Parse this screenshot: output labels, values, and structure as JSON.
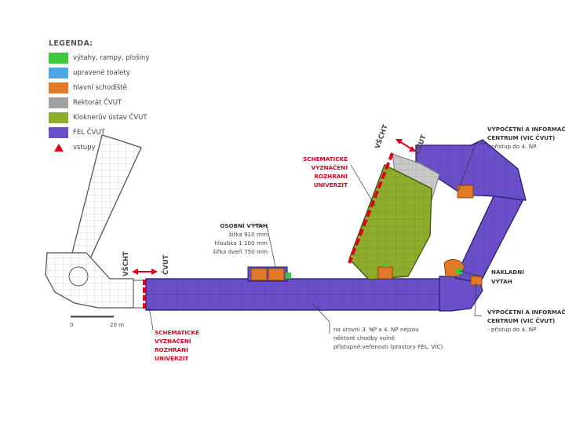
{
  "legend": {
    "title": "LEGENDA:",
    "items": [
      {
        "label": "výtahy, rampy, plošiny",
        "color": "#3ec83b"
      },
      {
        "label": "upravené toalety",
        "color": "#4da6e8"
      },
      {
        "label": "hlavní schodiště",
        "color": "#e07a26"
      },
      {
        "label": "Rektorát ČVUT",
        "color": "#a0a0a0"
      },
      {
        "label": "Kloknerův ústav ČVUT",
        "color": "#8fad2d"
      },
      {
        "label": "FEL ČVUT",
        "color": "#6a4fc8"
      }
    ],
    "entrances_label": "vstupy"
  },
  "colors": {
    "border_red": "#e3001b",
    "fel": "#6a4fc8",
    "klokner": "#8fad2d",
    "stairs": "#e07a26",
    "rektorat": "#b8b8b8"
  },
  "annotations": {
    "vic_top": {
      "line1": "VÝPOČETNÍ A INFORMAČNÍ",
      "line2": "CENTRUM (VIC ČVUT)",
      "line3": "- přístup do 4. NP"
    },
    "vic_bottom": {
      "line1": "VÝPOČETNÍ A INFORMAČNÍ",
      "line2": "CENTRUM (VIC ČVUT)",
      "line3": "- přístup do 4. NP"
    },
    "schema_top": {
      "line1": "SCHEMATICKÉ",
      "line2": "VYZNAČENÍ",
      "line3": "ROZHRANÍ",
      "line4": "UNIVERZIT"
    },
    "schema_bottom": {
      "line1": "SCHEMATICKÉ",
      "line2": "VYZNAČENÍ",
      "line3": "ROZHRANÍ",
      "line4": "UNIVERZIT"
    },
    "osobni": {
      "title": "OSOBNÍ VÝTAH",
      "line1": "šířka 910 mm",
      "line2": "hloubka 1 100 mm",
      "line3": "šířka dveří 750 mm"
    },
    "nakladni": {
      "line1": "NÁKLADNÍ",
      "line2": "VÝTAH"
    },
    "corridors": {
      "line1": "na úrovni 3. NP a 4. NP nejsou",
      "line2": "některé chodby volně",
      "line3": "přístupné veřenosti (prostory FEL, VIC)"
    }
  },
  "border_labels": {
    "vscht_left": "VŠCHT",
    "cvut_left": "ČVUT",
    "vscht_top": "VŠCHT",
    "cvut_top": "ČVUT"
  },
  "scale": {
    "zero": "0",
    "dist": "20 m"
  }
}
